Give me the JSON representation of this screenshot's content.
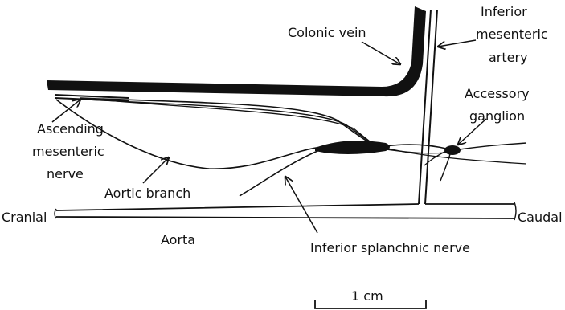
{
  "labels": {
    "colonic_vein": "Colonic vein",
    "ima_line1": "Inferior",
    "ima_line2": "mesenteric",
    "ima_line3": "artery",
    "acc_line1": "Accessory",
    "acc_line2": "ganglion",
    "asc_line1": "Ascending",
    "asc_line2": "mesenteric",
    "asc_line3": "nerve",
    "aortic_branch": "Aortic branch",
    "cranial": "Cranial",
    "caudal": "Caudal",
    "aorta": "Aorta",
    "splanchnic": "Inferior splanchnic nerve",
    "scale": "1 cm"
  },
  "colors": {
    "ink": "#111111",
    "background": "#ffffff"
  }
}
